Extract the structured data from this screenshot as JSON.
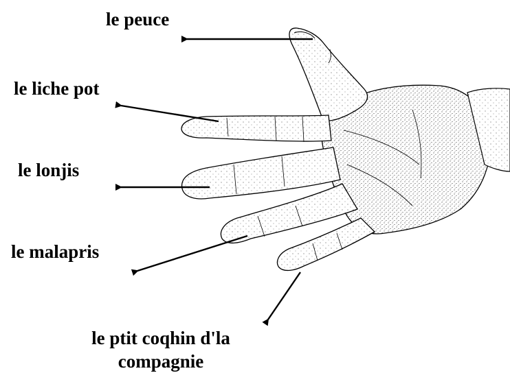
{
  "image": {
    "background_color": "#ffffff",
    "ink_color": "#000000"
  },
  "labels": {
    "thumb": "le peuce",
    "index": "le liche pot",
    "middle": "le lonjis",
    "ring": "le malapris",
    "pinky": "le ptit coqhin d'la compagnie"
  }
}
